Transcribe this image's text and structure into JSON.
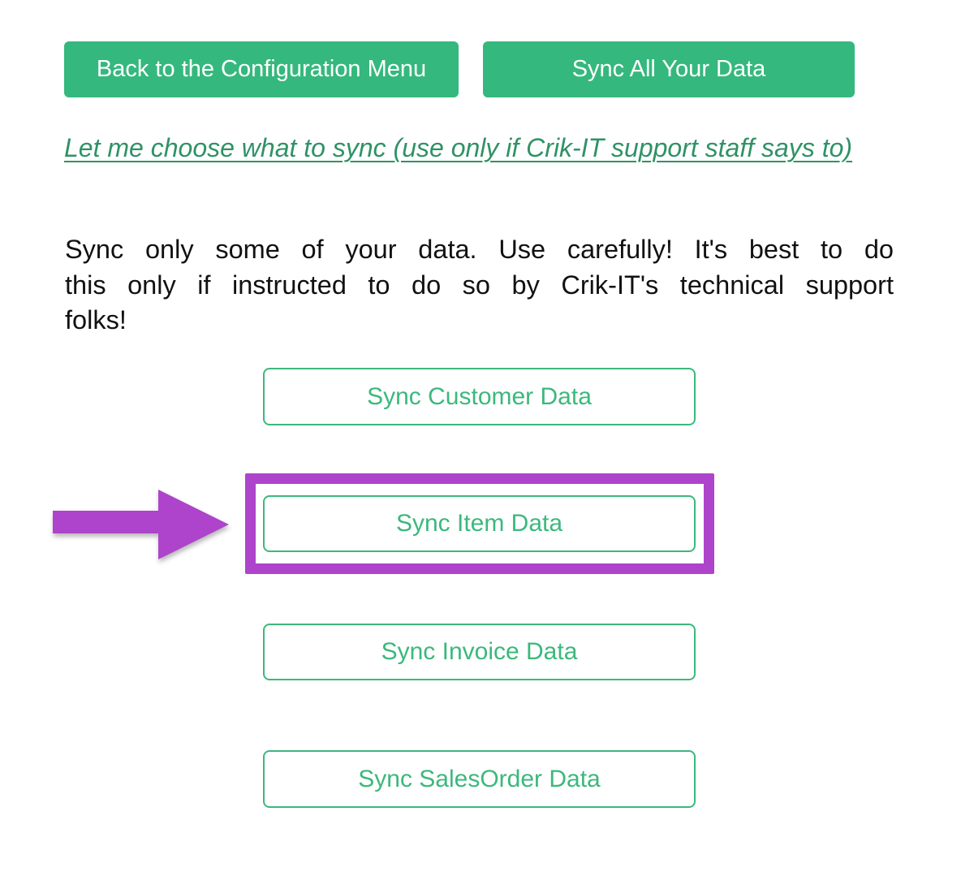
{
  "colors": {
    "button_fill_green": "#35b87d",
    "button_outline_green": "#3cb87c",
    "link_green": "#2f9265",
    "annotation_purple": "#ad44cb",
    "body_text": "#111111"
  },
  "top_buttons": {
    "back": {
      "label": "Back to the Configuration Menu"
    },
    "sync_all": {
      "label": "Sync All Your Data"
    }
  },
  "link": {
    "label": "Let me choose what to sync (use only if Crik-IT support staff says to)"
  },
  "intro": {
    "lines": [
      "Sync only some of your data. Use carefully! It's best to do",
      "this only if instructed to do so by Crik-IT's technical support",
      "folks!"
    ]
  },
  "sync_buttons": {
    "customer": {
      "label": "Sync Customer Data"
    },
    "item": {
      "label": "Sync Item Data",
      "highlighted": true
    },
    "invoice": {
      "label": "Sync Invoice Data"
    },
    "salesorder": {
      "label": "Sync SalesOrder Data"
    }
  },
  "annotation": {
    "description": "purple arrow pointing to highlighted Sync Item Data button",
    "color": "#ad44cb"
  }
}
